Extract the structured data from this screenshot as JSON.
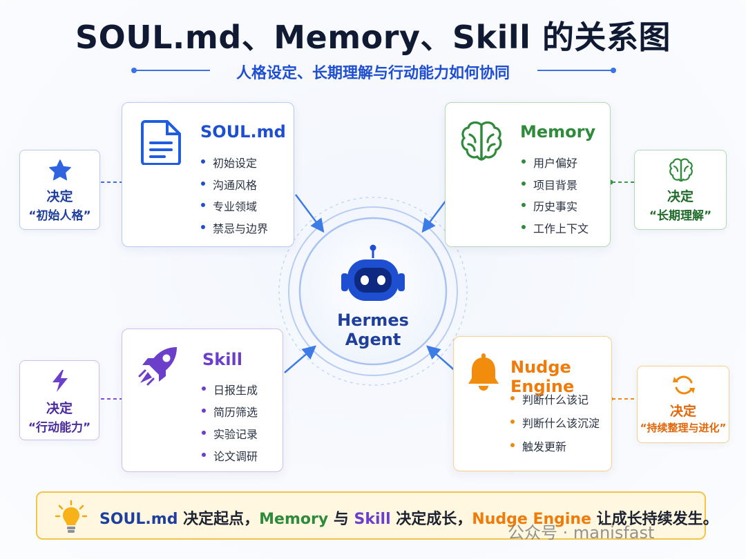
{
  "header": {
    "title": "SOUL.md、Memory、Skill 的关系图",
    "subtitle": "人格设定、长期理解与行动能力如何协同"
  },
  "center": {
    "line1": "Hermes",
    "line2": "Agent",
    "icon": "robot-icon"
  },
  "cards": {
    "soul": {
      "title": "SOUL.md",
      "icon": "document-icon",
      "items": [
        "初始设定",
        "沟通风格",
        "专业领域",
        "禁忌与边界"
      ],
      "color": "#1f4fd1"
    },
    "memory": {
      "title": "Memory",
      "icon": "brain-icon",
      "items": [
        "用户偏好",
        "项目背景",
        "历史事实",
        "工作上下文"
      ],
      "color": "#2f8a3b"
    },
    "skill": {
      "title": "Skill",
      "icon": "rocket-icon",
      "items": [
        "日报生成",
        "简历筛选",
        "实验记录",
        "论文调研"
      ],
      "color": "#6b3fc9"
    },
    "nudge": {
      "title": "Nudge Engine",
      "icon": "bell-icon",
      "items": [
        "判断什么该记",
        "判断什么该沉淀",
        "触发更新"
      ],
      "color": "#f08a0f"
    }
  },
  "sides": {
    "soul": {
      "line1": "决定",
      "line2": "“初始人格”",
      "icon": "star-icon"
    },
    "memory": {
      "line1": "决定",
      "line2": "“长期理解”",
      "icon": "brain-icon"
    },
    "skill": {
      "line1": "决定",
      "line2": "“行动能力”",
      "icon": "lightning-icon"
    },
    "nudge": {
      "line1": "决定",
      "line2": "“持续整理与进化”",
      "icon": "refresh-icon"
    }
  },
  "footer": {
    "icon": "lightbulb-icon",
    "soul": "SOUL.md",
    "t1": " 决定起点，",
    "memory": "Memory",
    "t2": " 与 ",
    "skill": "Skill",
    "t3": " 决定成长，",
    "nudge": "Nudge Engine",
    "t4": " 让成长持续发生。"
  },
  "watermark": "公众号 · manisfast"
}
